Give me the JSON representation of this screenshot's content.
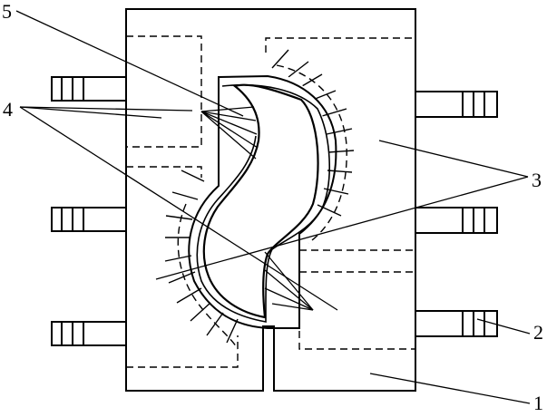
{
  "labels": {
    "one": "1",
    "two": "2",
    "three": "3",
    "four": "4",
    "five": "5"
  },
  "colors": {
    "stroke": "#000000",
    "background": "#ffffff"
  }
}
